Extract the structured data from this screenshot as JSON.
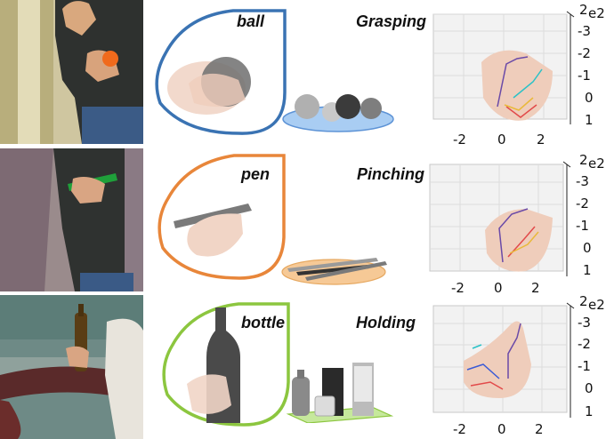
{
  "rows": [
    {
      "object": "ball",
      "grasp": "Grasping",
      "bubble_color": "#3a73b3",
      "plot": {
        "y_ticks": [
          "-3",
          "-2",
          "-1",
          "0",
          "1"
        ],
        "x_ticks": [
          "-2",
          "0",
          "2"
        ],
        "corner_label": "e2",
        "corner_value": "2"
      }
    },
    {
      "object": "pen",
      "grasp": "Pinching",
      "bubble_color": "#e8863a",
      "plot": {
        "y_ticks": [
          "-3",
          "-2",
          "-1",
          "0",
          "1"
        ],
        "x_ticks": [
          "-2",
          "0",
          "2"
        ],
        "corner_label": "e2",
        "corner_value": "2"
      }
    },
    {
      "object": "bottle",
      "grasp": "Holding",
      "bubble_color": "#8cc63f",
      "plot": {
        "y_ticks": [
          "-3",
          "-2",
          "-1",
          "0",
          "1"
        ],
        "x_ticks": [
          "-2",
          "0",
          "2"
        ],
        "corner_label": "e2",
        "corner_value": "2"
      }
    }
  ]
}
